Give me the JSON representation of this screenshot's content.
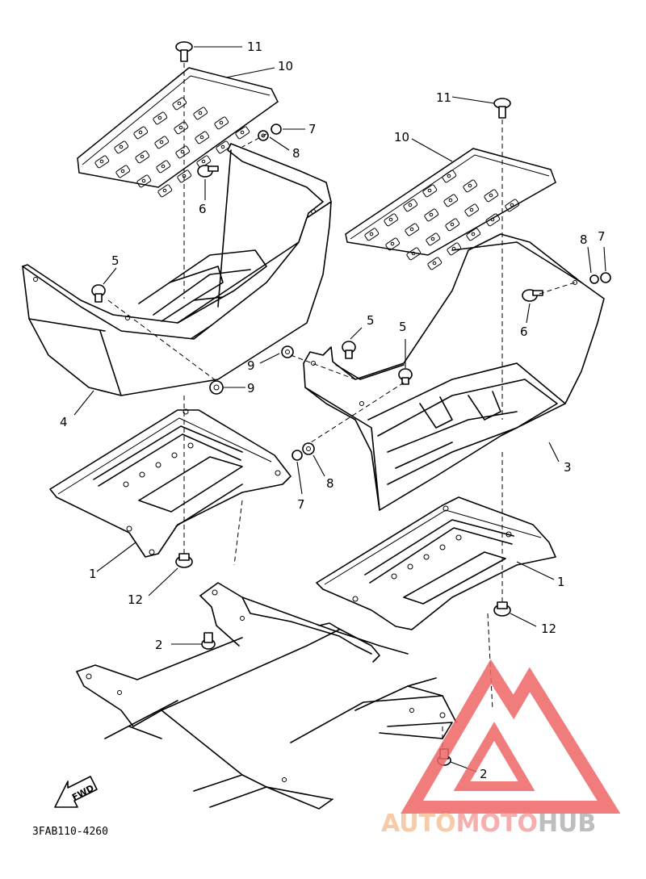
{
  "diagram": {
    "code": "3FAB110-4260",
    "fwd_label": "FWD",
    "watermark": {
      "auto": "AUTO",
      "moto": "MOTO",
      "hub": "HUB",
      "color_auto": "#f6c199",
      "color_moto": "#f5a0a0",
      "color_hub": "#b3b3b3",
      "logo_color": "#ee6666"
    },
    "labels": [
      {
        "id": "11a",
        "text": "11"
      },
      {
        "id": "10a",
        "text": "10"
      },
      {
        "id": "7a",
        "text": "7"
      },
      {
        "id": "8a",
        "text": "8"
      },
      {
        "id": "6a",
        "text": "6"
      },
      {
        "id": "5a",
        "text": "5"
      },
      {
        "id": "9a",
        "text": "9"
      },
      {
        "id": "9b",
        "text": "9"
      },
      {
        "id": "4",
        "text": "4"
      },
      {
        "id": "1a",
        "text": "1"
      },
      {
        "id": "12a",
        "text": "12"
      },
      {
        "id": "2a",
        "text": "2"
      },
      {
        "id": "11b",
        "text": "11"
      },
      {
        "id": "10b",
        "text": "10"
      },
      {
        "id": "8b",
        "text": "8"
      },
      {
        "id": "7b",
        "text": "7"
      },
      {
        "id": "6b",
        "text": "6"
      },
      {
        "id": "5b",
        "text": "5"
      },
      {
        "id": "5c",
        "text": "5"
      },
      {
        "id": "3",
        "text": "3"
      },
      {
        "id": "8c",
        "text": "8"
      },
      {
        "id": "7c",
        "text": "7"
      },
      {
        "id": "1b",
        "text": "1"
      },
      {
        "id": "12b",
        "text": "12"
      },
      {
        "id": "2b",
        "text": "2"
      }
    ]
  }
}
